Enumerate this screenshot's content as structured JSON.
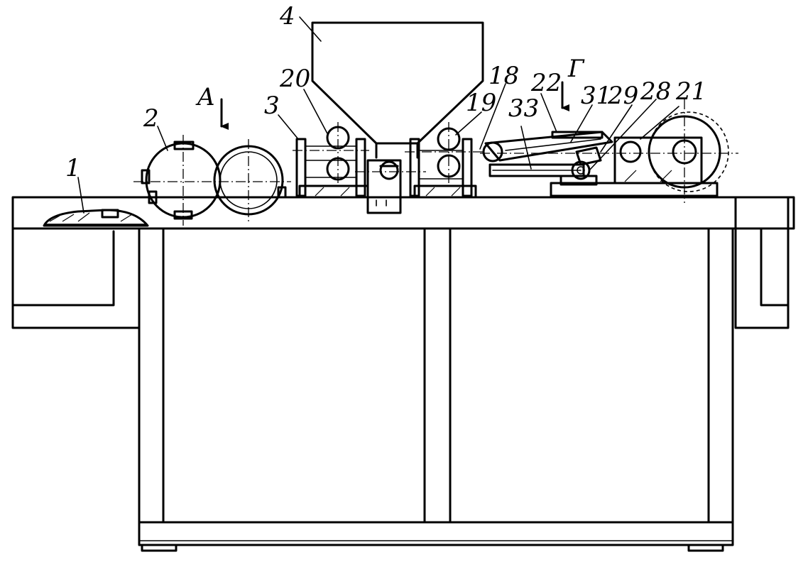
{
  "labels": {
    "l1": "1",
    "l2": "2",
    "l3": "3",
    "l4": "4",
    "l18": "18",
    "l19": "19",
    "l20": "20",
    "l21": "21",
    "l22": "22",
    "l28": "28",
    "l29": "29",
    "l31": "31",
    "l33": "33",
    "viewA": "A",
    "viewG": "Г"
  }
}
